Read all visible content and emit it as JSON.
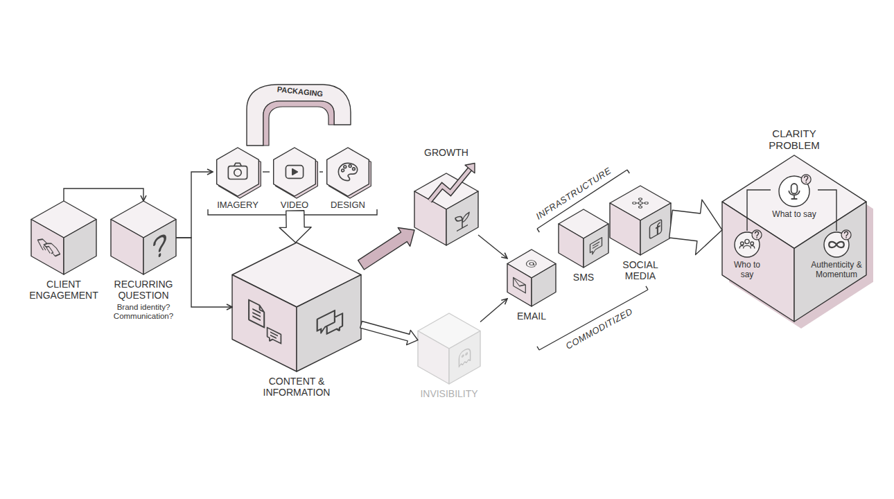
{
  "diagram": {
    "nodes": [
      {
        "text": [
          "CLIENT ENGAGEMENT"
        ]
      },
      {
        "text": [
          "RECURRING QUESTION",
          "Brand identity? Communication?"
        ]
      },
      {
        "text": [
          "IMAGERY"
        ]
      },
      {
        "text": [
          "VIDEO"
        ]
      },
      {
        "text": [
          "DESIGN"
        ]
      },
      {
        "text": [
          "PACKAGING"
        ]
      },
      {
        "text": [
          "CONTENT & INFORMATION"
        ]
      },
      {
        "text": [
          "GROWTH"
        ]
      },
      {
        "text": [
          "INVISIBILITY"
        ]
      },
      {
        "text": [
          "EMAIL"
        ]
      },
      {
        "text": [
          "SMS"
        ]
      },
      {
        "text": [
          "SOCIAL MEDIA"
        ]
      },
      {
        "text": [
          "CLARITY PROBLEM"
        ]
      },
      {
        "text": [
          "What to say"
        ],
        "in": 12
      },
      {
        "text": [
          "Who to say"
        ],
        "in": 12
      },
      {
        "text": [
          "Authenticity & Momentum"
        ],
        "in": 12
      }
    ],
    "edges": [
      {
        "from": 0,
        "to": 1,
        "arrow": "to"
      },
      {
        "from": 1,
        "to": 2,
        "arrow": "to"
      },
      {
        "from": 1,
        "to": 6,
        "arrow": "to"
      },
      {
        "from": 2,
        "to": 3,
        "arrow": "none"
      },
      {
        "from": 3,
        "to": 4,
        "arrow": "none"
      },
      {
        "from": 3,
        "to": 6,
        "arrow": "to"
      },
      {
        "from": 6,
        "to": 7,
        "arrow": "to"
      },
      {
        "from": 6,
        "to": 8,
        "arrow": "to"
      },
      {
        "from": 7,
        "to": 9,
        "arrow": "to"
      },
      {
        "from": 8,
        "to": 9,
        "arrow": "to"
      },
      {
        "from": 11,
        "to": 12,
        "arrow": "to"
      },
      {
        "from": 13,
        "to": 14,
        "arrow": "none"
      },
      {
        "from": 13,
        "to": 15,
        "arrow": "none"
      }
    ],
    "labels": [
      "INFRASTRUCTURE",
      "COMMODITIZED"
    ]
  }
}
